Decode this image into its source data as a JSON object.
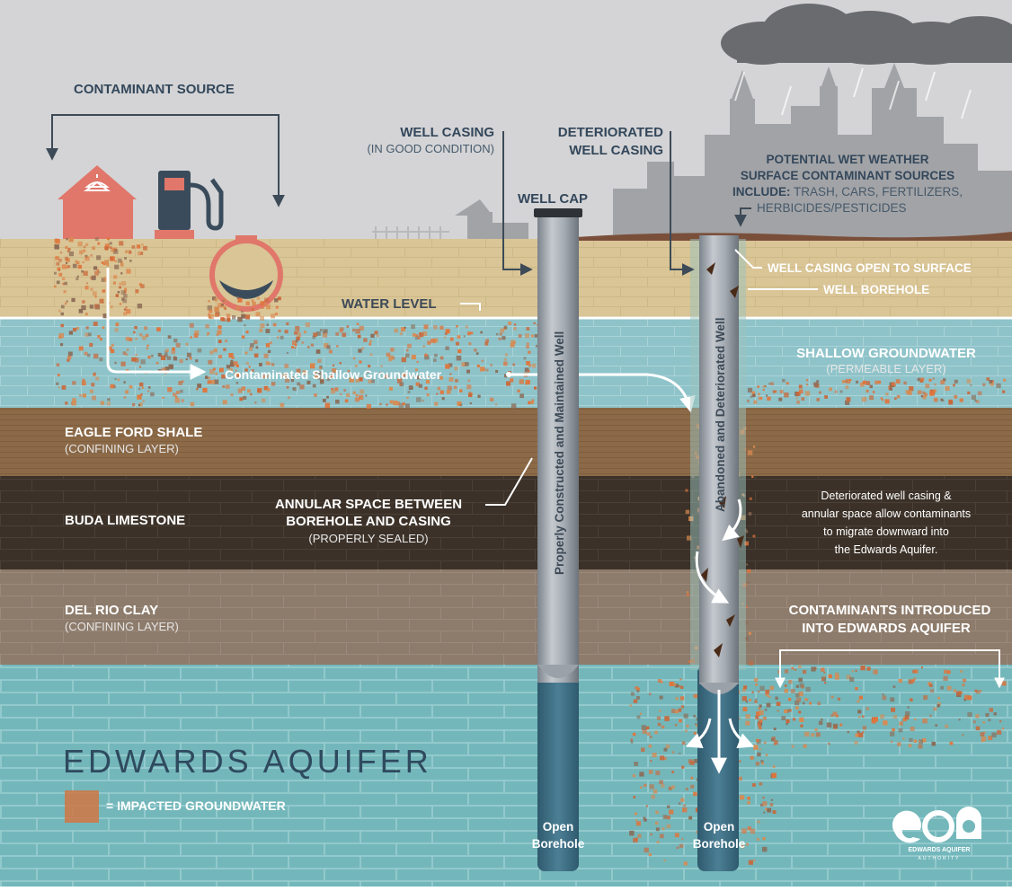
{
  "labels": {
    "contaminant_source": "CONTAMINANT SOURCE",
    "well_casing": "WELL CASING",
    "well_casing_sub": "(IN GOOD CONDITION)",
    "deteriorated_1": "DETERIORATED",
    "deteriorated_2": "WELL CASING",
    "well_cap": "WELL CAP",
    "wet_weather_1": "POTENTIAL WET WEATHER",
    "wet_weather_2": "SURFACE CONTAMINANT SOURCES",
    "wet_weather_3_bold": "INCLUDE:",
    "wet_weather_3_rest": " TRASH, CARS, FERTILIZERS,",
    "wet_weather_4": "HERBICIDES/PESTICIDES",
    "water_level": "WATER LEVEL",
    "casing_open": "WELL CASING OPEN TO SURFACE",
    "well_borehole": "WELL BOREHOLE",
    "contaminated_shallow": "Contaminated Shallow Groundwater",
    "shallow_groundwater": "SHALLOW GROUNDWATER",
    "shallow_sub": "(PERMEABLE LAYER)",
    "eagle_ford": "EAGLE FORD SHALE",
    "eagle_ford_sub": "(CONFINING LAYER)",
    "buda": "BUDA LIMESTONE",
    "annular_1": "ANNULAR SPACE BETWEEN",
    "annular_2": "BOREHOLE AND CASING",
    "annular_sub": "(PROPERLY SEALED)",
    "deteriorated_note_1": "Deteriorated well casing &",
    "deteriorated_note_2": "annular space allow contaminants",
    "deteriorated_note_3": "to migrate downward into",
    "deteriorated_note_4": "the Edwards Aquifer.",
    "del_rio": "DEL RIO CLAY",
    "del_rio_sub": "(CONFINING LAYER)",
    "introduced_1": "CONTAMINANTS INTRODUCED",
    "introduced_2": "INTO EDWARDS AQUIFER",
    "edwards_aquifer": "EDWARDS AQUIFER",
    "legend_impacted": "= IMPACTED GROUNDWATER",
    "open_1": "Open",
    "borehole_1": "Borehole",
    "open_2": "Open",
    "borehole_2": "Borehole",
    "well_left": "Properly Constructed and Maintained Well",
    "well_right": "Abandoned and Deteriorated Well",
    "logo_name": "EDWARDS AQUIFER",
    "logo_sub": "AUTHORITY"
  },
  "colors": {
    "sky": "#d4d4d6",
    "soil": "#d9c596",
    "shallow_water": "#8ec3c9",
    "eagle_ford": "#8c6a48",
    "buda": "#3b3128",
    "del_rio": "#8d7b6b",
    "aquifer": "#73b7bb",
    "contaminant": "#e0743a",
    "well_steel": "#9aa1a8",
    "borehole": "#3f6e84",
    "city": "#a2a3a6",
    "clouds": "#6a6b6e",
    "house": "#e0776a",
    "pump": "#3a4c5c"
  }
}
